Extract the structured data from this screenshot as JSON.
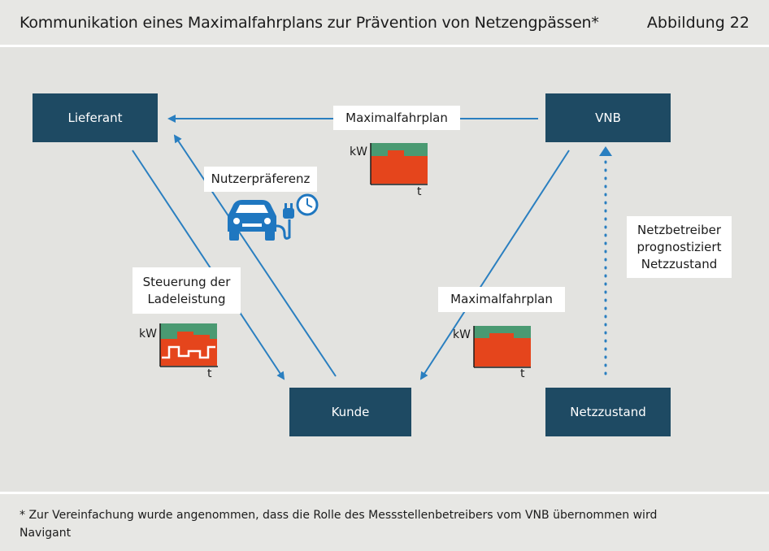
{
  "header": {
    "title": "Kommunikation eines Maximalfahrplans zur Prävention von Netzengpässen*",
    "figure_label": "Abbildung 22"
  },
  "nodes": {
    "lieferant": "Lieferant",
    "vnb": "VNB",
    "kunde": "Kunde",
    "netzzustand": "Netzzustand"
  },
  "labels": {
    "maximalfahrplan_top": "Maximalfahrplan",
    "maximalfahrplan_mid": "Maximalfahrplan",
    "nutzerpraeferenz": "Nutzerpräferenz",
    "steuerung_line1": "Steuerung der",
    "steuerung_line2": "Ladeleistung",
    "netzbetreiber_line1": "Netzbetreiber",
    "netzbetreiber_line2": "prognostiziert",
    "netzbetreiber_line3": "Netzzustand"
  },
  "mini_charts": {
    "y_label": "kW",
    "x_label": "t"
  },
  "colors": {
    "node": "#1e4a63",
    "arrow": "#2a7fc0",
    "chart_green": "#4a9a72",
    "chart_red": "#e5451c",
    "background": "#e3e3e0"
  },
  "icons": [
    "electric-car-icon",
    "charging-plug-icon",
    "clock-icon"
  ],
  "footer": {
    "footnote": "* Zur Vereinfachung wurde angenommen, dass die Rolle des Messstellenbetreibers vom VNB übernommen wird",
    "source": "Navigant"
  }
}
